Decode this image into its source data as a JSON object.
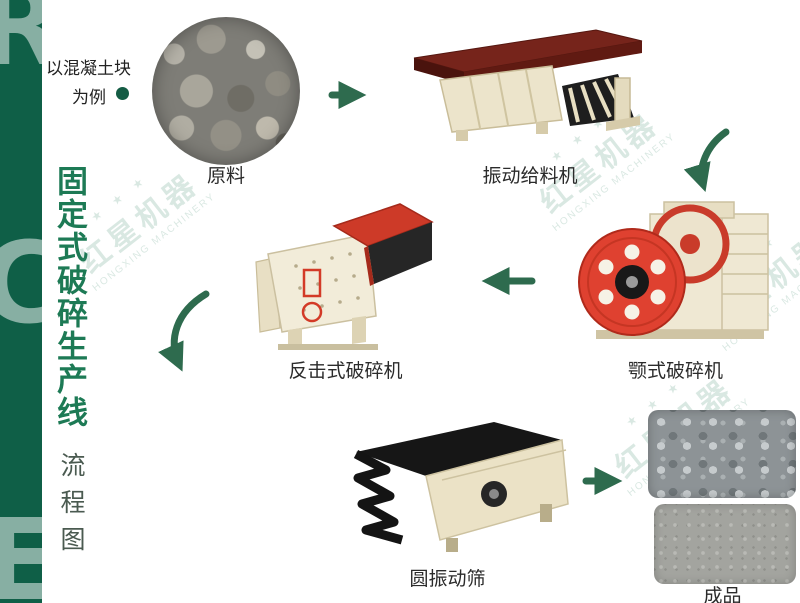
{
  "sidebar": {
    "letters": [
      "R",
      "C",
      "E"
    ],
    "title": "固定式破碎生产线",
    "subtitle": "流程图"
  },
  "note": {
    "line1": "以混凝土块",
    "line2": "为例"
  },
  "flow": {
    "steps": [
      {
        "id": "raw-material",
        "label": "原料"
      },
      {
        "id": "vibrating-feeder",
        "label": "振动给料机"
      },
      {
        "id": "jaw-crusher",
        "label": "颚式破碎机"
      },
      {
        "id": "impact-crusher",
        "label": "反击式破碎机"
      },
      {
        "id": "circular-vibrating-screen",
        "label": "圆振动筛"
      },
      {
        "id": "finished-product",
        "label": "成品"
      }
    ]
  },
  "watermark": {
    "stars": "★ ★ ★",
    "cn": "红星机器",
    "en": "HONGXING MACHINERY"
  },
  "colors": {
    "sidebar_green": "#0f5f47",
    "title_green": "#1d7a55",
    "arrow_green": "#2e6b4e",
    "machine_red": "#df4130",
    "machine_maroon": "#76241b",
    "machine_cream": "#ece4cb"
  }
}
